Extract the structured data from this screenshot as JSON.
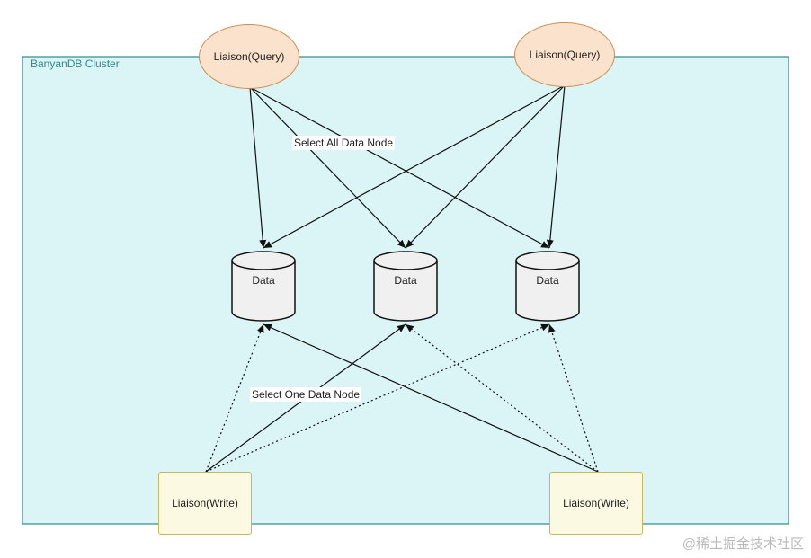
{
  "cluster": {
    "label": "BanyanDB Cluster"
  },
  "query_nodes": [
    {
      "label": "Liaison(Query)"
    },
    {
      "label": "Liaison(Query)"
    }
  ],
  "data_nodes": [
    {
      "label": "Data"
    },
    {
      "label": "Data"
    },
    {
      "label": "Data"
    }
  ],
  "write_nodes": [
    {
      "label": "Liaison(Write)"
    },
    {
      "label": "Liaison(Write)"
    }
  ],
  "edge_labels": {
    "query": "Select All Data Node",
    "write": "Select One Data Node"
  },
  "watermark": "@稀土掘金技术社区",
  "colors": {
    "cluster_fill": "#dbf4f6",
    "cluster_border": "#2e8b8b",
    "query_fill": "#fbe2cc",
    "write_fill": "#fcf9e2",
    "data_fill": "#f0f0f0"
  }
}
